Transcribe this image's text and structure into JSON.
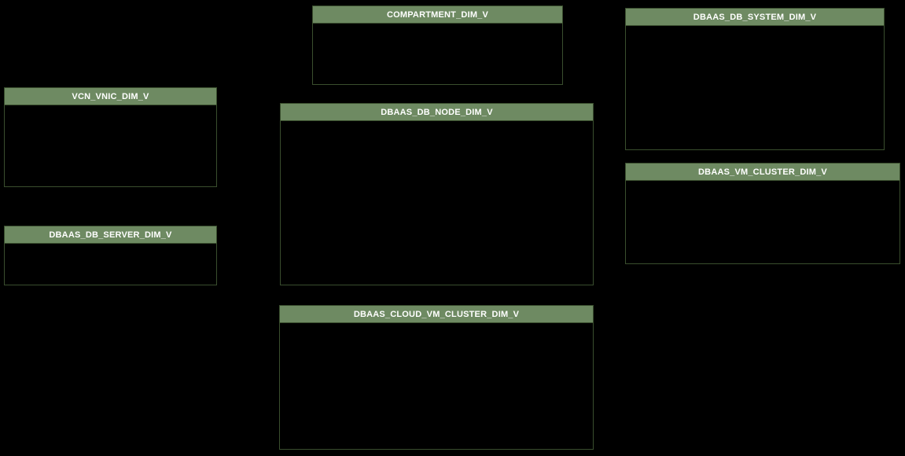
{
  "theme": {
    "header_bg": "#6e8a62",
    "header_text": "#ffffff",
    "border": "#3a4e2e",
    "body_bg": "#000000",
    "canvas_bg": "#000000"
  },
  "diagram": {
    "entities": [
      {
        "name": "COMPARTMENT_DIM_V"
      },
      {
        "name": "DBAAS_DB_SYSTEM_DIM_V"
      },
      {
        "name": "VCN_VNIC_DIM_V"
      },
      {
        "name": "DBAAS_DB_NODE_DIM_V"
      },
      {
        "name": "DBAAS_VM_CLUSTER_DIM_V"
      },
      {
        "name": "DBAAS_DB_SERVER_DIM_V"
      },
      {
        "name": "DBAAS_CLOUD_VM_CLUSTER_DIM_V"
      }
    ]
  }
}
